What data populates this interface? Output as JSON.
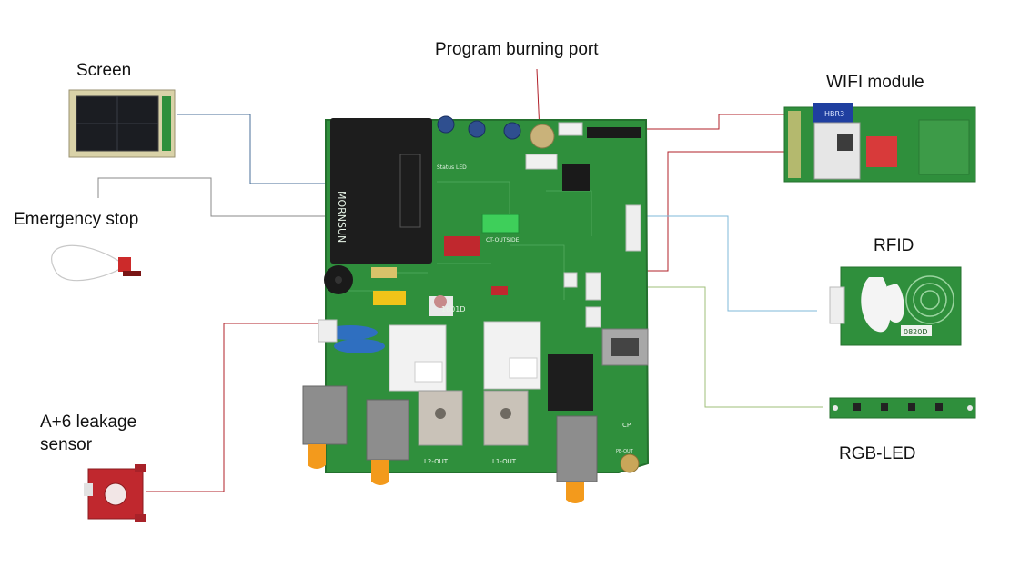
{
  "labels": {
    "screen": "Screen",
    "program_port": "Program burning port",
    "wifi": "WIFI module",
    "emergency": "Emergency stop",
    "rfid": "RFID",
    "leakage_line1": "A+6 leakage",
    "leakage_line2": "sensor",
    "rgb_led": "RGB-LED"
  },
  "board_text": {
    "l2_out": "L2-OUT",
    "l1_out": "L1-OUT",
    "status_led": "Status LED",
    "ct_outside": "CT-OUTSIDE",
    "pe_out": "PE-OUT",
    "cp": "CP",
    "board_id": "1601D",
    "brand": "MORNSUN"
  },
  "module_text": {
    "wifi_chip": "HBR3",
    "rfid_code": "0820D"
  },
  "colors": {
    "pcb_green": "#2f8f3c",
    "screen_line": "#4a6f9a",
    "emergency_line": "#888888",
    "leakage_line": "#b0202a",
    "wifi_line": "#b0202a",
    "rfid_line": "#7fb8d8",
    "rgb_line": "#9fbf7a",
    "program_line": "#b0202a"
  }
}
